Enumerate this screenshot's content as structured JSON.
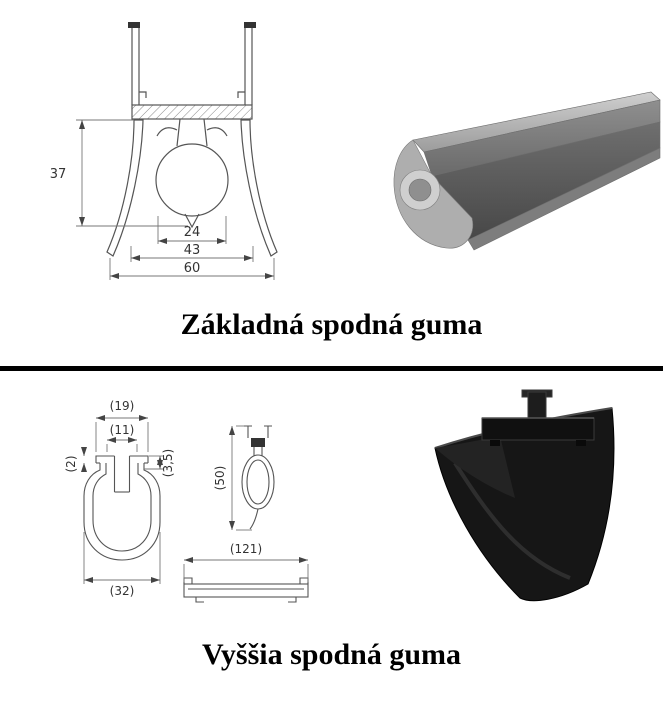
{
  "top_section": {
    "caption": "Základná spodná guma",
    "dims": {
      "height": "37",
      "inner_width": "24",
      "mid_width": "43",
      "outer_width": "60"
    }
  },
  "bottom_section": {
    "caption": "Vyššia spodná guma",
    "dims": {
      "top_flange": "(19)",
      "slot_width": "(11)",
      "wall_thickness": "(2)",
      "lip_height": "(3,5)",
      "total_height": "(50)",
      "bulb_width": "(32)",
      "base_length": "(121)"
    }
  }
}
